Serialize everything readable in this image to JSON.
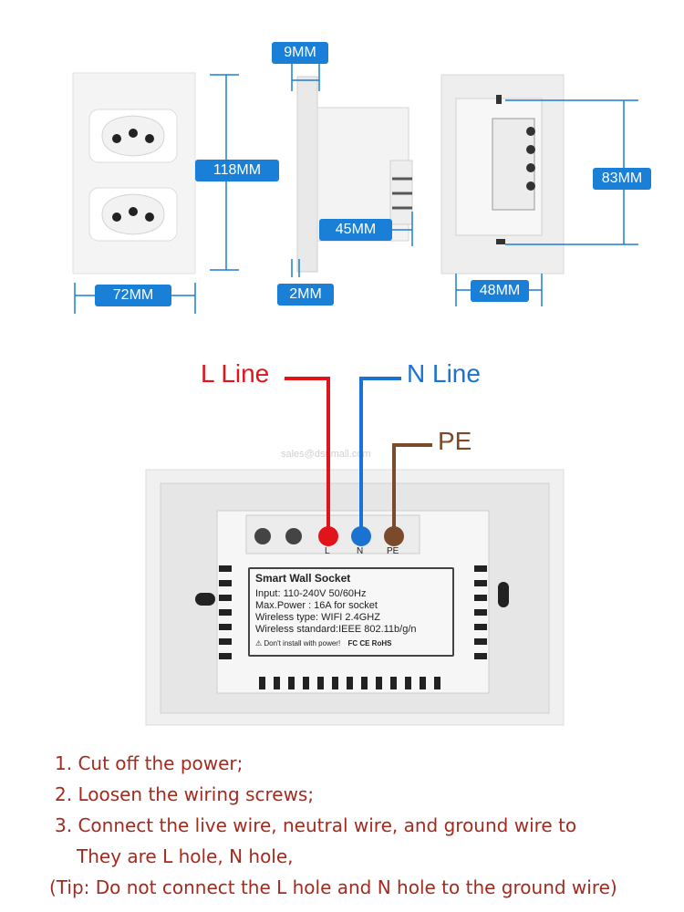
{
  "dimensions": {
    "thickness": "9MM",
    "height": "118MM",
    "width": "72MM",
    "depth": "45MM",
    "plate": "2MM",
    "module_height": "83MM",
    "module_width": "48MM"
  },
  "wiring": {
    "l_line": "L Line",
    "n_line": "N Line",
    "pe": "PE",
    "terminal_l": "L",
    "terminal_n": "N",
    "terminal_pe": "PE",
    "color_l": "#e2141b",
    "color_n": "#1a73d0",
    "color_pe": "#7a4a2a"
  },
  "label": {
    "title": "Smart Wall Socket",
    "input": "Input: 110-240V  50/60Hz",
    "power": "Max.Power : 16A for socket",
    "wireless_type": "Wireless type: WIFI 2.4GHZ",
    "wireless_standard": "Wireless standard:IEEE 802.11b/g/n",
    "warning": "Don't install with power!",
    "marks": "FC  CE  RoHS"
  },
  "watermark": "sales@dsumall.com",
  "instructions": {
    "step1": "1. Cut off the power;",
    "step2": "2. Loosen the wiring screws;",
    "step3": "3. Connect the live wire, neutral wire, and ground wire to",
    "step3b": "They are L hole, N hole,",
    "tip": "(Tip: Do not connect the L hole and N hole to the ground wire)"
  }
}
